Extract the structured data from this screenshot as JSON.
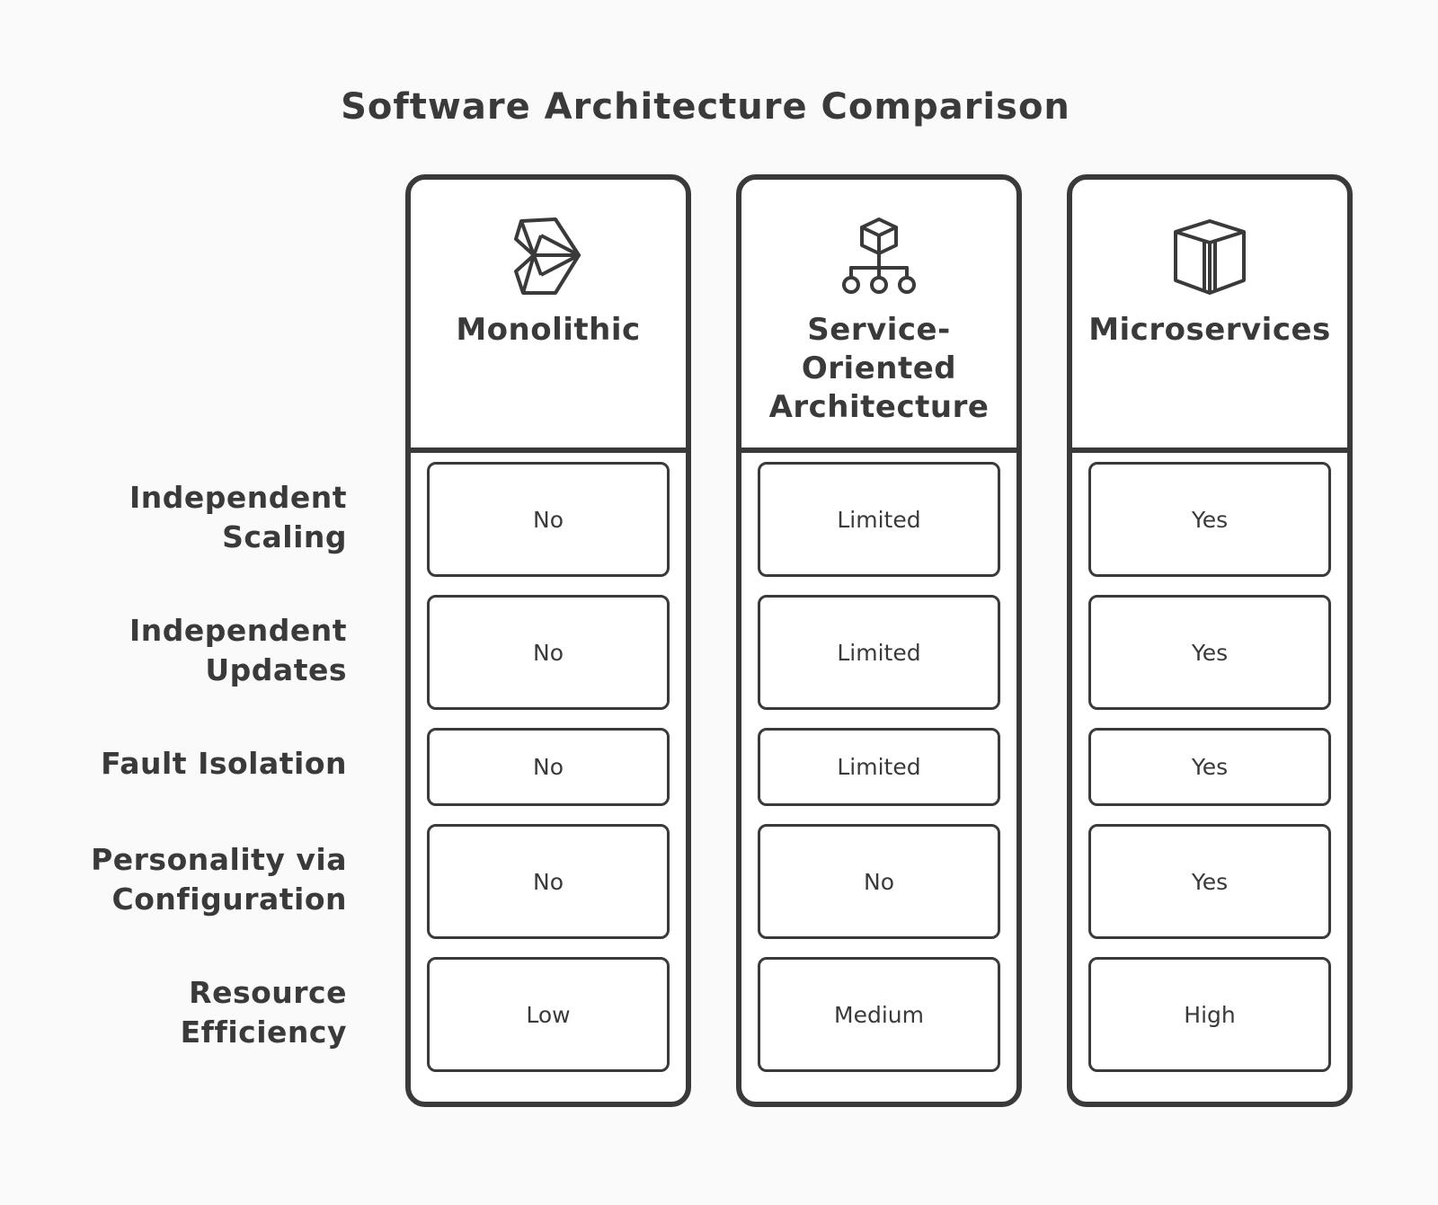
{
  "title": "Software Architecture Comparison",
  "row_labels": [
    [
      "Independent",
      "Scaling"
    ],
    [
      "Independent",
      "Updates"
    ],
    [
      "Fault Isolation"
    ],
    [
      "Personality via",
      "Configuration"
    ],
    [
      "Resource",
      "Efficiency"
    ]
  ],
  "columns": [
    {
      "name_lines": [
        "Monolithic"
      ],
      "icon": "monolith-icon",
      "values": [
        "No",
        "No",
        "No",
        "No",
        "Low"
      ]
    },
    {
      "name_lines": [
        "Service-",
        "Oriented",
        "Architecture"
      ],
      "icon": "hierarchy-cube-icon",
      "values": [
        "Limited",
        "Limited",
        "Limited",
        "No",
        "Medium"
      ]
    },
    {
      "name_lines": [
        "Microservices"
      ],
      "icon": "cube-icon",
      "values": [
        "Yes",
        "Yes",
        "Yes",
        "Yes",
        "High"
      ]
    }
  ]
}
